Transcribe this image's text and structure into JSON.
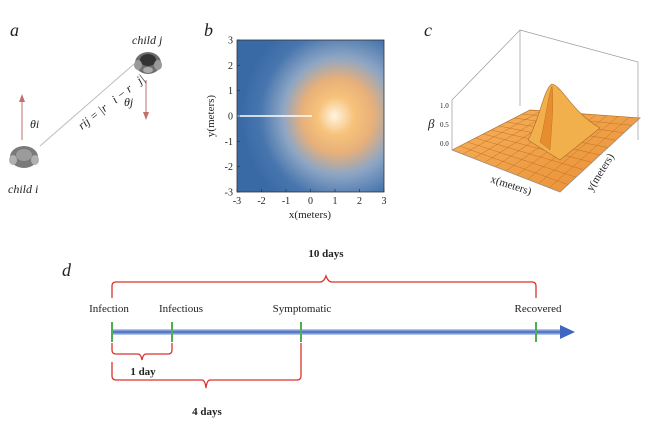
{
  "panels": {
    "a": "a",
    "b": "b",
    "c": "c",
    "d": "d"
  },
  "panel_a": {
    "child_j": "child j",
    "child_i": "child i",
    "theta_i": "θi",
    "theta_j": "θj",
    "r_ij": "rij = |r⃗i − r⃗j|"
  },
  "panel_b": {
    "xlabel": "x(meters)",
    "ylabel": "y(meters)",
    "xticks": [
      "-3",
      "-2",
      "-1",
      "0",
      "1",
      "2",
      "3"
    ],
    "yticks": [
      "3",
      "2",
      "1",
      "0",
      "-1",
      "-2",
      "-3"
    ],
    "colors": {
      "low": "#3a6aa6",
      "high": "#f6b760"
    }
  },
  "panel_c": {
    "zlabel": "β",
    "xlabel": "x(meters)",
    "ylabel": "y(meters)",
    "zticks": [
      "1.0",
      "0.5",
      "0.0"
    ],
    "surface_color": "#f4a24a"
  },
  "panel_d": {
    "events": [
      "Infection",
      "Infectious",
      "Symptomatic",
      "Recovered"
    ],
    "span_10": "10 days",
    "span_1": "1 day",
    "span_4": "4 days",
    "colors": {
      "arrow": "#3f66c0",
      "tick": "#4caf50",
      "brace": "#d9342b"
    }
  }
}
